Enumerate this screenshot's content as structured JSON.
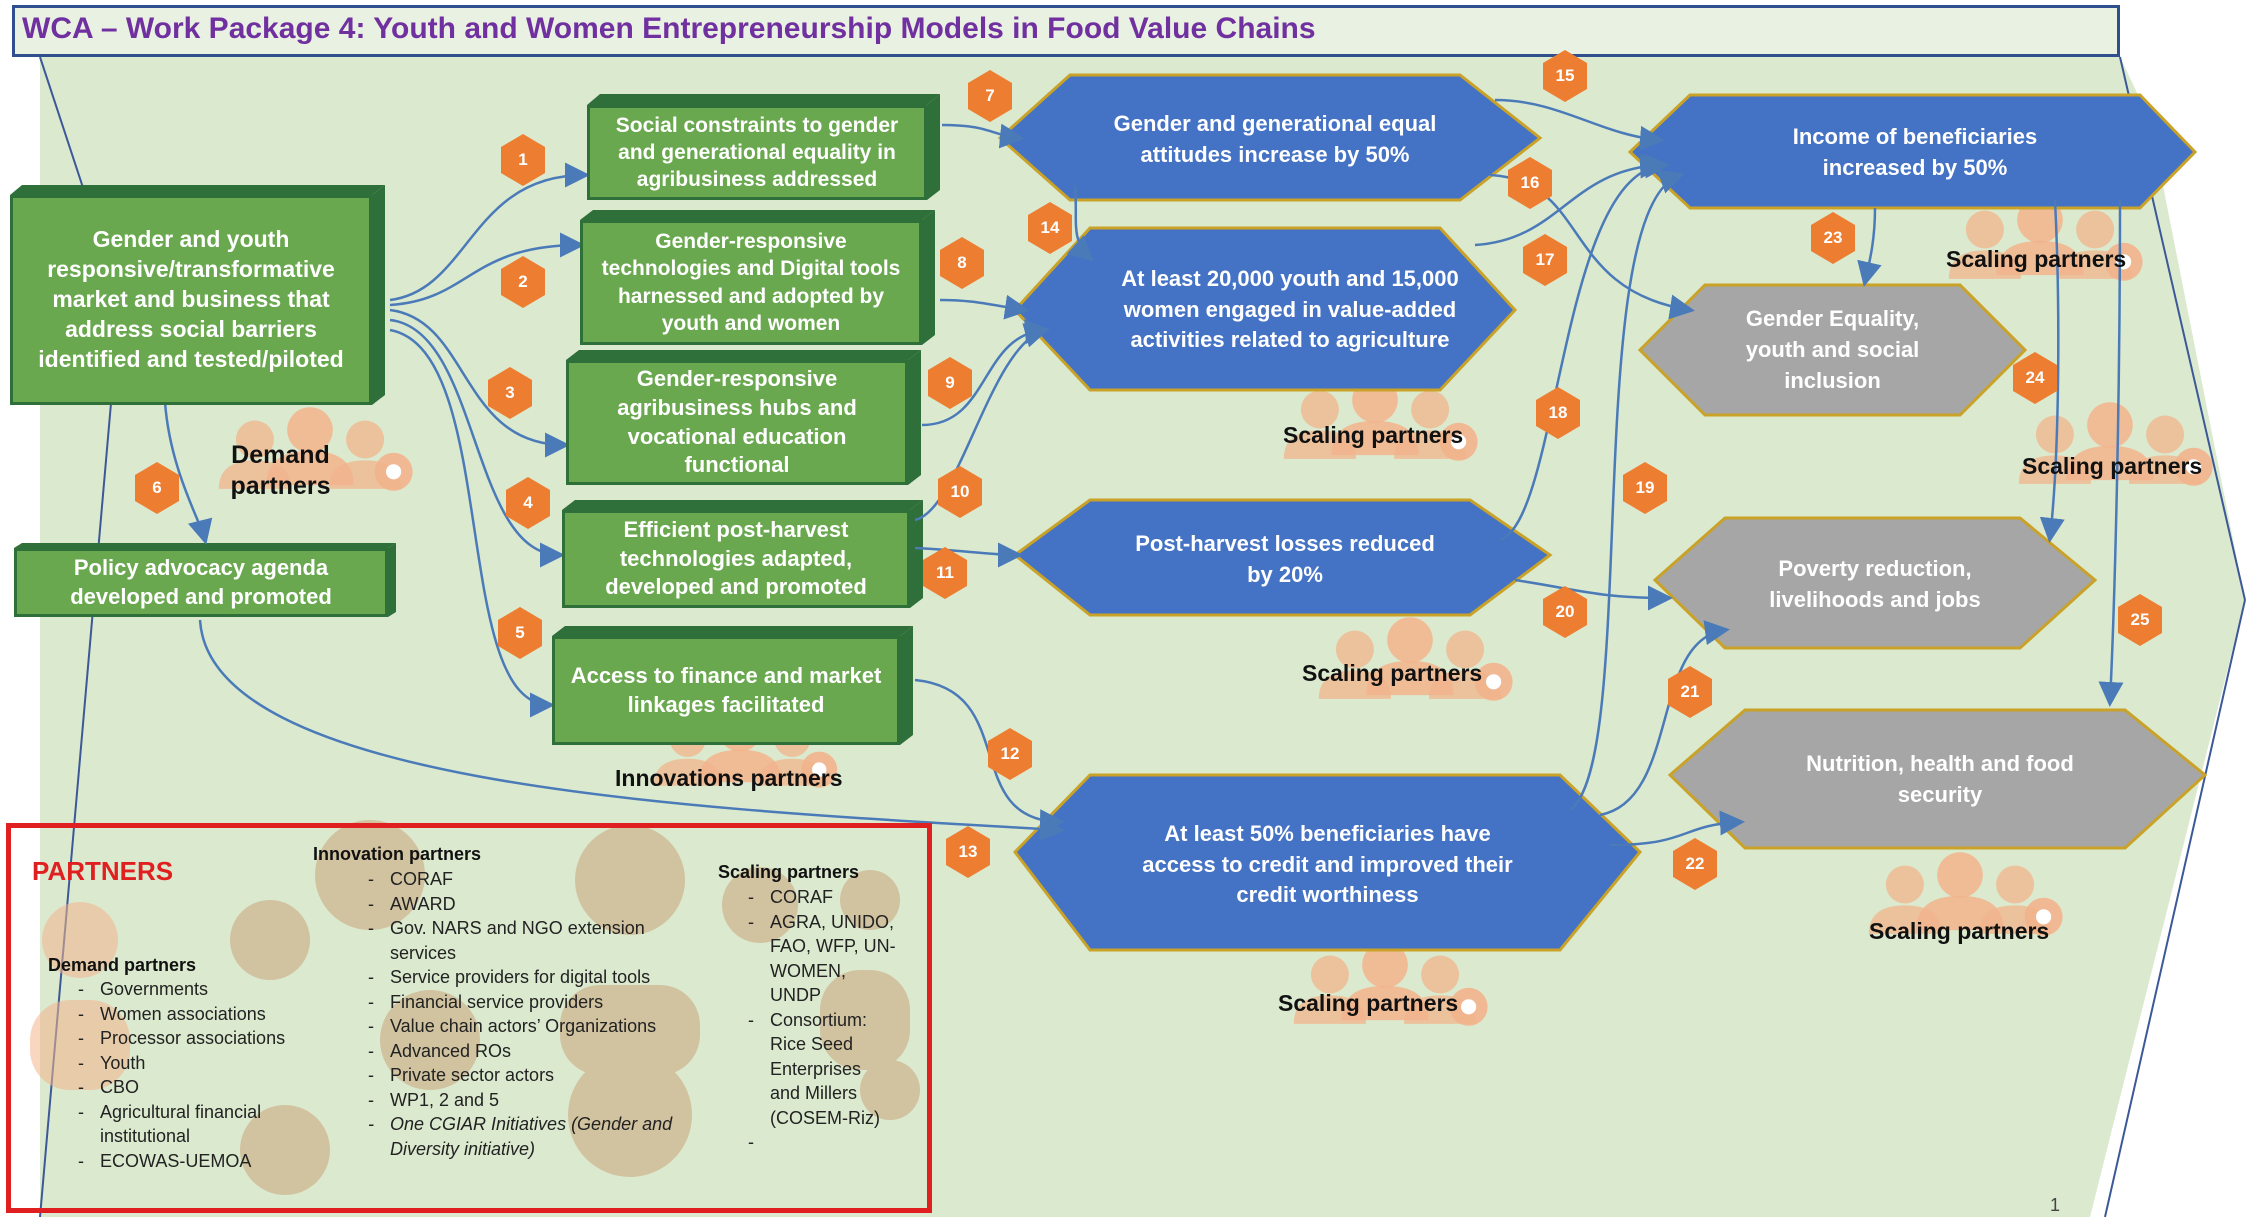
{
  "title": "WCA – Work Package 4: Youth and Women Entrepreneurship Models in Food Value Chains",
  "colors": {
    "background_panel": "#dbe9cf",
    "green_box": "#6aa84f",
    "blue_hex": "#4472c4",
    "gray_hex": "#a6a6a6",
    "badge": "#ed7d31",
    "arrow": "#4a7ab8",
    "title_text": "#7030a0",
    "partners_border": "#e02020"
  },
  "boxes": {
    "main": "Gender and youth responsive/transformative market and business that address social barriers identified and tested/piloted",
    "policy": "Policy advocacy agenda developed and promoted",
    "social": "Social constraints to gender and generational equality in agribusiness addressed",
    "tech": "Gender-responsive technologies and Digital tools harnessed and adopted by youth and women",
    "hubs": "Gender-responsive agribusiness hubs and vocational education functional",
    "postharvest": "Efficient post-harvest technologies adapted, developed and promoted",
    "finance": "Access to finance and market linkages facilitated"
  },
  "outcomes": {
    "attitudes": "Gender and generational equal attitudes increase by 50%",
    "engaged": "At least 20,000 youth and 15,000 women engaged in value-added activities related to agriculture",
    "losses": "Post-harvest losses reduced by 20%",
    "credit": "At least 50% beneficiaries have access to credit and improved their credit worthiness",
    "income": "Income of beneficiaries increased by 50%"
  },
  "impacts": {
    "gender": "Gender Equality, youth and social inclusion",
    "poverty": "Poverty reduction, livelihoods and jobs",
    "nutrition": "Nutrition, health and food security"
  },
  "partner_labels": {
    "demand": "Demand partners",
    "scaling": "Scaling partners",
    "innovations": "Innovations partners"
  },
  "badges": [
    "1",
    "2",
    "3",
    "4",
    "5",
    "6",
    "7",
    "8",
    "9",
    "10",
    "11",
    "12",
    "13",
    "14",
    "15",
    "16",
    "17",
    "18",
    "19",
    "20",
    "21",
    "22",
    "23",
    "24",
    "25"
  ],
  "partners": {
    "heading": "PARTNERS",
    "demand": {
      "title": "Demand partners",
      "items": [
        "Governments",
        "Women associations",
        "Processor associations",
        "Youth",
        "CBO",
        "Agricultural financial institutional",
        "ECOWAS-UEMOA"
      ]
    },
    "innovation": {
      "title": "Innovation partners",
      "items": [
        "CORAF",
        "AWARD",
        "Gov. NARS and NGO extension services",
        "Service providers for digital tools",
        "Financial service providers",
        "Value chain actors’ Organizations",
        "Advanced ROs",
        "Private sector actors",
        "WP1, 2 and 5",
        "One CGIAR Initiatives (Gender and Diversity initiative)"
      ]
    },
    "scaling": {
      "title": "Scaling partners",
      "items": [
        "CORAF",
        "AGRA, UNIDO, FAO, WFP, UN-WOMEN, UNDP",
        "Consortium: Rice Seed Enterprises and Millers (COSEM-Riz)",
        ""
      ]
    }
  },
  "page_number": "1"
}
